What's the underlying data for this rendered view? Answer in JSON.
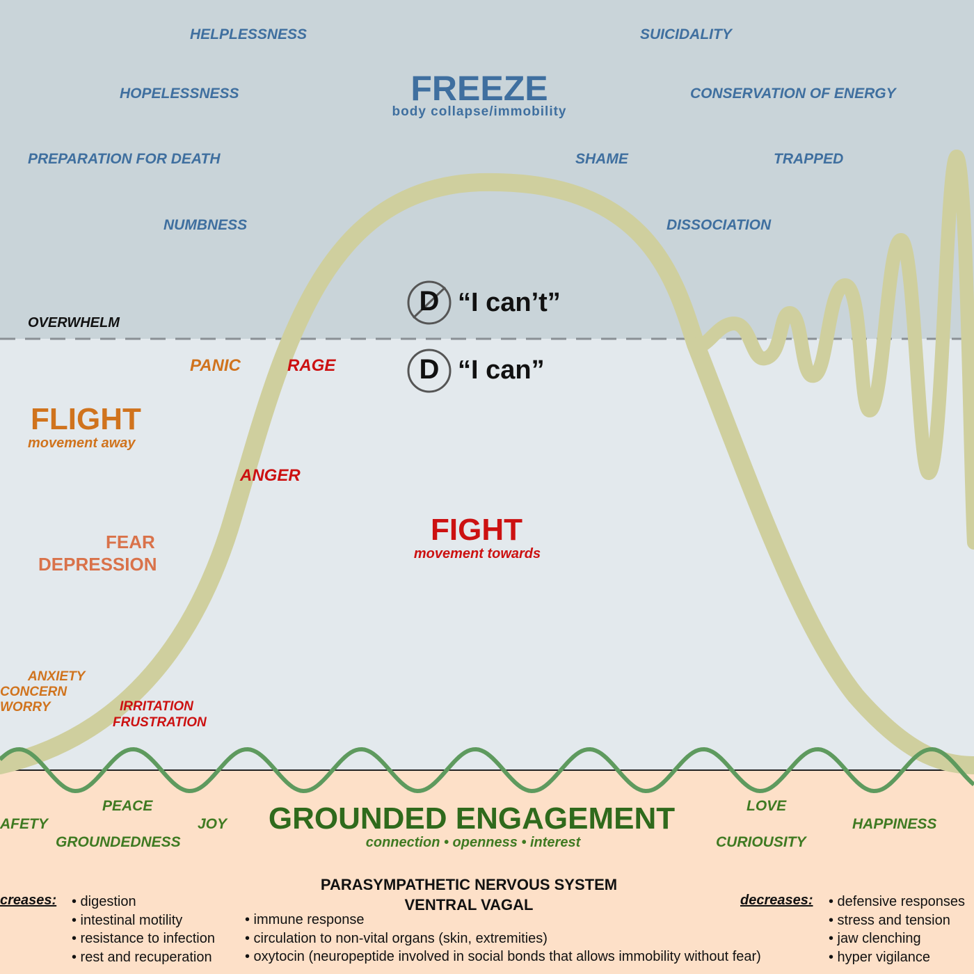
{
  "freeze": {
    "title": "FREEZE",
    "subtitle": "body collapse/immobility",
    "words_left": [
      "HELPLESSNESS",
      "HOPELESSNESS",
      "PREPARATION FOR DEATH",
      "NUMBNESS"
    ],
    "words_right": [
      "SUICIDALITY",
      "CONSERVATION OF ENERGY",
      "SHAME",
      "TRAPPED",
      "DISSOCIATION"
    ]
  },
  "threshold": {
    "label": "OVERWHELM"
  },
  "badges": {
    "cant": "“I can’t”",
    "can": "“I can”",
    "letter": "D"
  },
  "flight": {
    "title": "FLIGHT",
    "subtitle": "movement away",
    "words": [
      "PANIC",
      "FEAR",
      "DEPRESSION",
      "ANXIETY",
      "CONCERN",
      "WORRY"
    ]
  },
  "fight": {
    "title": "FIGHT",
    "subtitle": "movement towards",
    "words": [
      "RAGE",
      "ANGER",
      "IRRITATION",
      "FRUSTRATION"
    ]
  },
  "grounded": {
    "title": "GROUNDED ENGAGEMENT",
    "subtitle": "connection • openness • interest",
    "words": [
      "AFETY",
      "PEACE",
      "JOY",
      "GROUNDEDNESS",
      "LOVE",
      "CURIOUSITY",
      "HAPPINESS"
    ]
  },
  "parasympathetic": {
    "title1": "PARASYMPATHETIC NERVOUS SYSTEM",
    "title2": "VENTRAL VAGAL",
    "increases_label": "creases:",
    "increases_items": [
      "• digestion",
      "• intestinal motility",
      "• resistance to infection",
      "• rest and recuperation"
    ],
    "center_items": [
      "• immune response",
      "• circulation to non-vital organs (skin, extremities)",
      "• oxytocin (neuropeptide involved in social bonds that allows immobility without fear)"
    ],
    "decreases_label": "decreases:",
    "decreases_items": [
      "• defensive responses",
      "• stress and tension",
      "• jaw clenching",
      "• hyper vigilance"
    ]
  },
  "colors": {
    "freeze_bg": "#c9d4d9",
    "middle_bg": "#e3e9ed",
    "ground_bg": "#fde0c8",
    "curve": "#cfcf9e",
    "wave": "#5e9a5e",
    "blue_text": "#3f6f9f",
    "orange_text": "#d0731d",
    "red_text": "#cc1111",
    "green_text": "#3f7a22"
  }
}
